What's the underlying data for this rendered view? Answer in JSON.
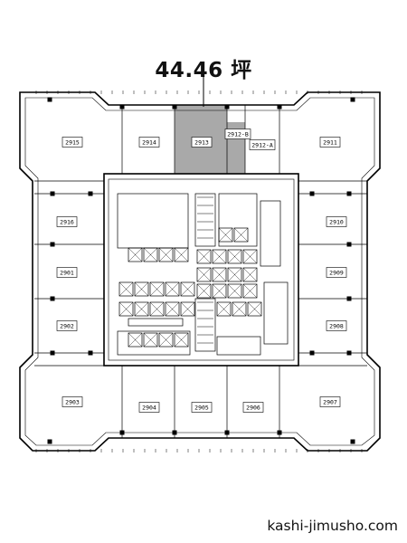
{
  "highlight": {
    "area_label": "44.46 坪",
    "unit": "2913",
    "fill_color": "#a9a9a9"
  },
  "units": [
    {
      "id": "2915"
    },
    {
      "id": "2914"
    },
    {
      "id": "2913"
    },
    {
      "id": "2912-B"
    },
    {
      "id": "2912-A"
    },
    {
      "id": "2911"
    },
    {
      "id": "2916"
    },
    {
      "id": "2910"
    },
    {
      "id": "2901"
    },
    {
      "id": "2909"
    },
    {
      "id": "2902"
    },
    {
      "id": "2908"
    },
    {
      "id": "2903"
    },
    {
      "id": "2904"
    },
    {
      "id": "2905"
    },
    {
      "id": "2906"
    },
    {
      "id": "2907"
    }
  ],
  "watermark": "kashi-jimusho.com"
}
